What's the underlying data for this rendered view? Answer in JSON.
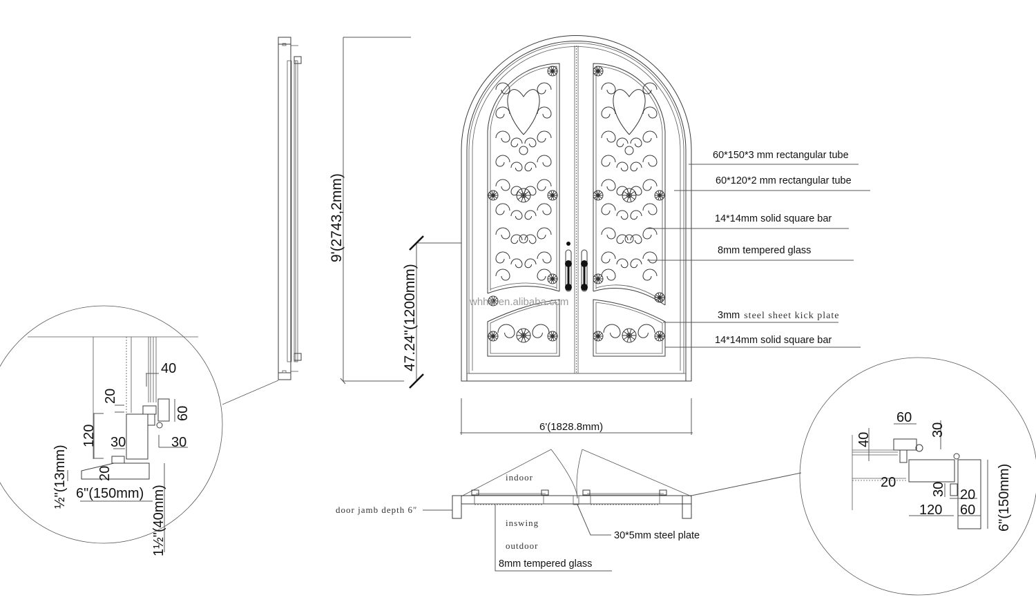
{
  "title": "Arched double wrought iron entry door – technical drawing",
  "dimensions": {
    "overall_height": "9'(2743,2mm)",
    "handle_height": "47.24\"(1200mm)",
    "overall_width": "6'(1828.8mm)"
  },
  "callouts": [
    {
      "text": "60*150*3 mm rectangular tube"
    },
    {
      "text": "60*120*2 mm rectangular tube"
    },
    {
      "text": "14*14mm solid square bar"
    },
    {
      "text": "8mm  tempered glass"
    },
    {
      "text_a": "3mm",
      "text_b": "steel sheet kick plate"
    },
    {
      "text": "14*14mm solid square bar"
    }
  ],
  "plan_view": {
    "indoor": "indoor",
    "inswing": "inswing",
    "outdoor": "outdoor",
    "jamb": "door jamb depth 6″",
    "steel_plate": "30*5mm steel plate",
    "glass": "8mm  tempered glass"
  },
  "detail_left": {
    "d40": "40",
    "d20a": "20",
    "d60": "60",
    "d120": "120",
    "d30a": "30",
    "d30b": "30",
    "d20b": "20",
    "sill_depth": "6\"(150mm)",
    "threshold_low": "½\"(13mm)",
    "threshold_high": "1½\"(40mm)"
  },
  "detail_right": {
    "d60a": "60",
    "d30a": "30",
    "d40": "40",
    "d20a": "20",
    "d30b": "30",
    "d20b": "20",
    "d120": "120",
    "d60b": "60",
    "frame_depth": "6\"(150mm)"
  },
  "watermark": "whhw.en.alibaba.com"
}
